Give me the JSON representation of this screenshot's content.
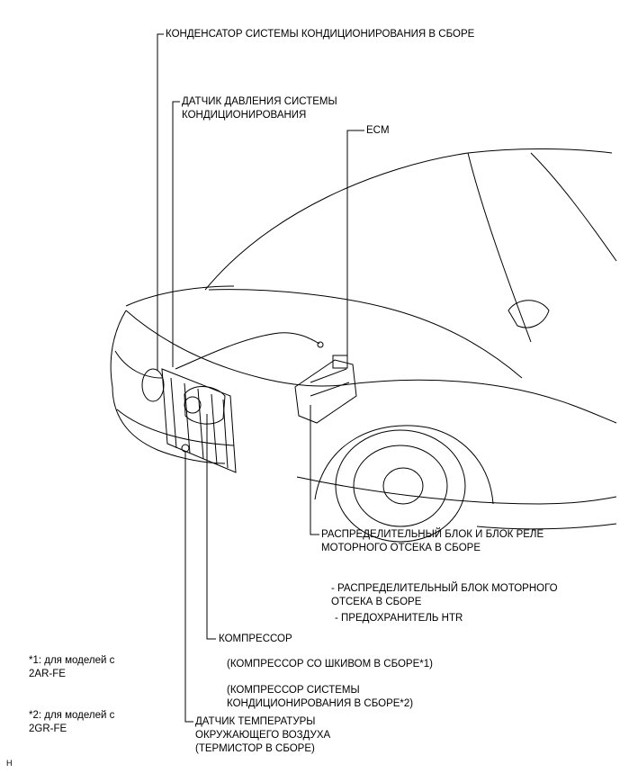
{
  "labels": {
    "condenser": "КОНДЕНСАТОР СИСТЕМЫ КОНДИЦИОНИРОВАНИЯ В СБОРЕ",
    "pressure_sensor_line1": "ДАТЧИК ДАВЛЕНИЯ СИСТЕМЫ",
    "pressure_sensor_line2": "КОНДИЦИОНИРОВАНИЯ",
    "ecm": "ECM",
    "relay_block_line1": "РАСПРЕДЕЛИТЕЛЬНЫЙ БЛОК И БЛОК РЕЛЕ",
    "relay_block_line2": "МОТОРНОГО ОТСЕКА В СБОРЕ",
    "relay_sub1_line1": "- РАСПРЕДЕЛИТЕЛЬНЫЙ БЛОК МОТОРНОГО",
    "relay_sub1_line2": "ОТСЕКА В СБОРЕ",
    "relay_sub2": "- ПРЕДОХРАНИТЕЛЬ HTR",
    "compressor": "КОМПРЕССОР",
    "compressor_sub1": "(КОМПРЕССОР СО ШКИВОМ В СБОРЕ*1)",
    "compressor_sub2_line1": "(КОМПРЕССОР СИСТЕМЫ",
    "compressor_sub2_line2": "КОНДИЦИОНИРОВАНИЯ В СБОРЕ*2)",
    "ambient_sensor_line1": "ДАТЧИК ТЕМПЕРАТУРЫ",
    "ambient_sensor_line2": "ОКРУЖАЮЩЕГО ВОЗДУХА",
    "ambient_sensor_line3": "(ТЕРМИСТОР В СБОРЕ)"
  },
  "notes": {
    "note1_line1": "*1: для моделей с",
    "note1_line2": "2AR-FE",
    "note2_line1": "*2: для моделей с",
    "note2_line2": "2GR-FE"
  },
  "corner_mark": "H"
}
